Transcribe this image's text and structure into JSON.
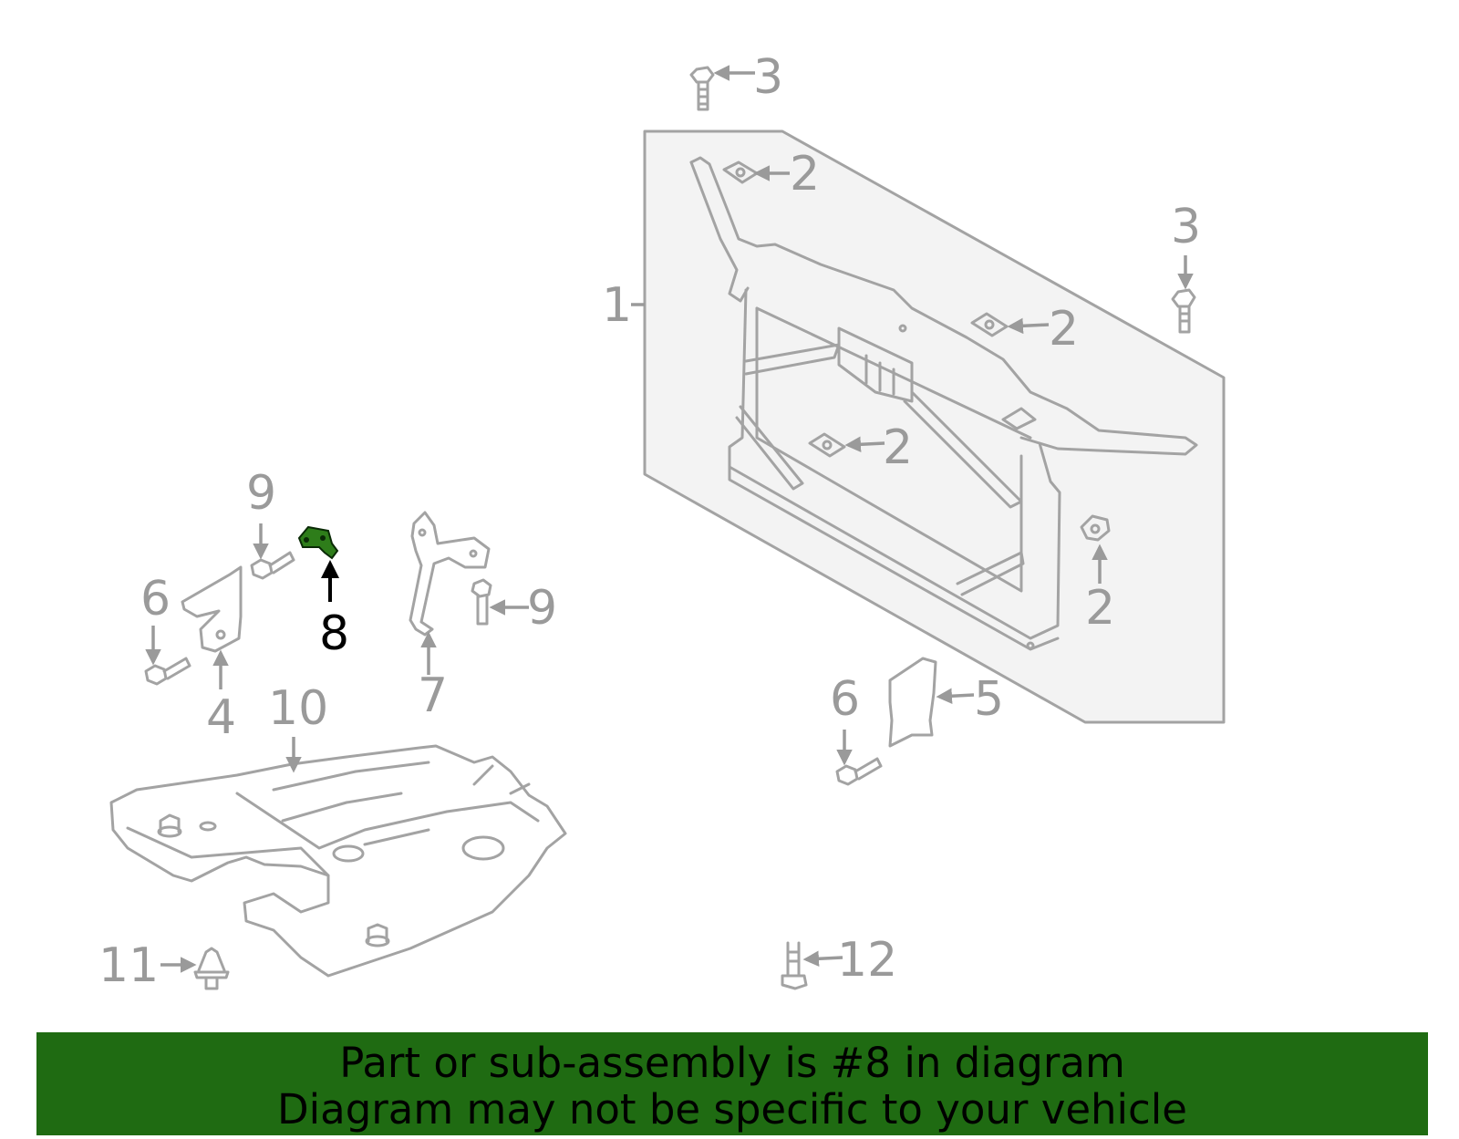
{
  "diagram": {
    "callouts": {
      "c1": "1",
      "c2a": "2",
      "c2b": "2",
      "c2c": "2",
      "c2d": "2",
      "c3a": "3",
      "c3b": "3",
      "c4": "4",
      "c5": "5",
      "c6a": "6",
      "c6b": "6",
      "c7": "7",
      "c8": "8",
      "c9a": "9",
      "c9b": "9",
      "c10": "10",
      "c11": "11",
      "c12": "12"
    },
    "highlighted_part": "8",
    "colors": {
      "highlight": "#1f6b12",
      "line": "#a3a3a3",
      "callout": "#9a9a9a"
    }
  },
  "banner": {
    "line1": "Part or sub-assembly is #8 in diagram",
    "line2": "Diagram may not be specific to your vehicle",
    "background": "#1f6b12"
  }
}
